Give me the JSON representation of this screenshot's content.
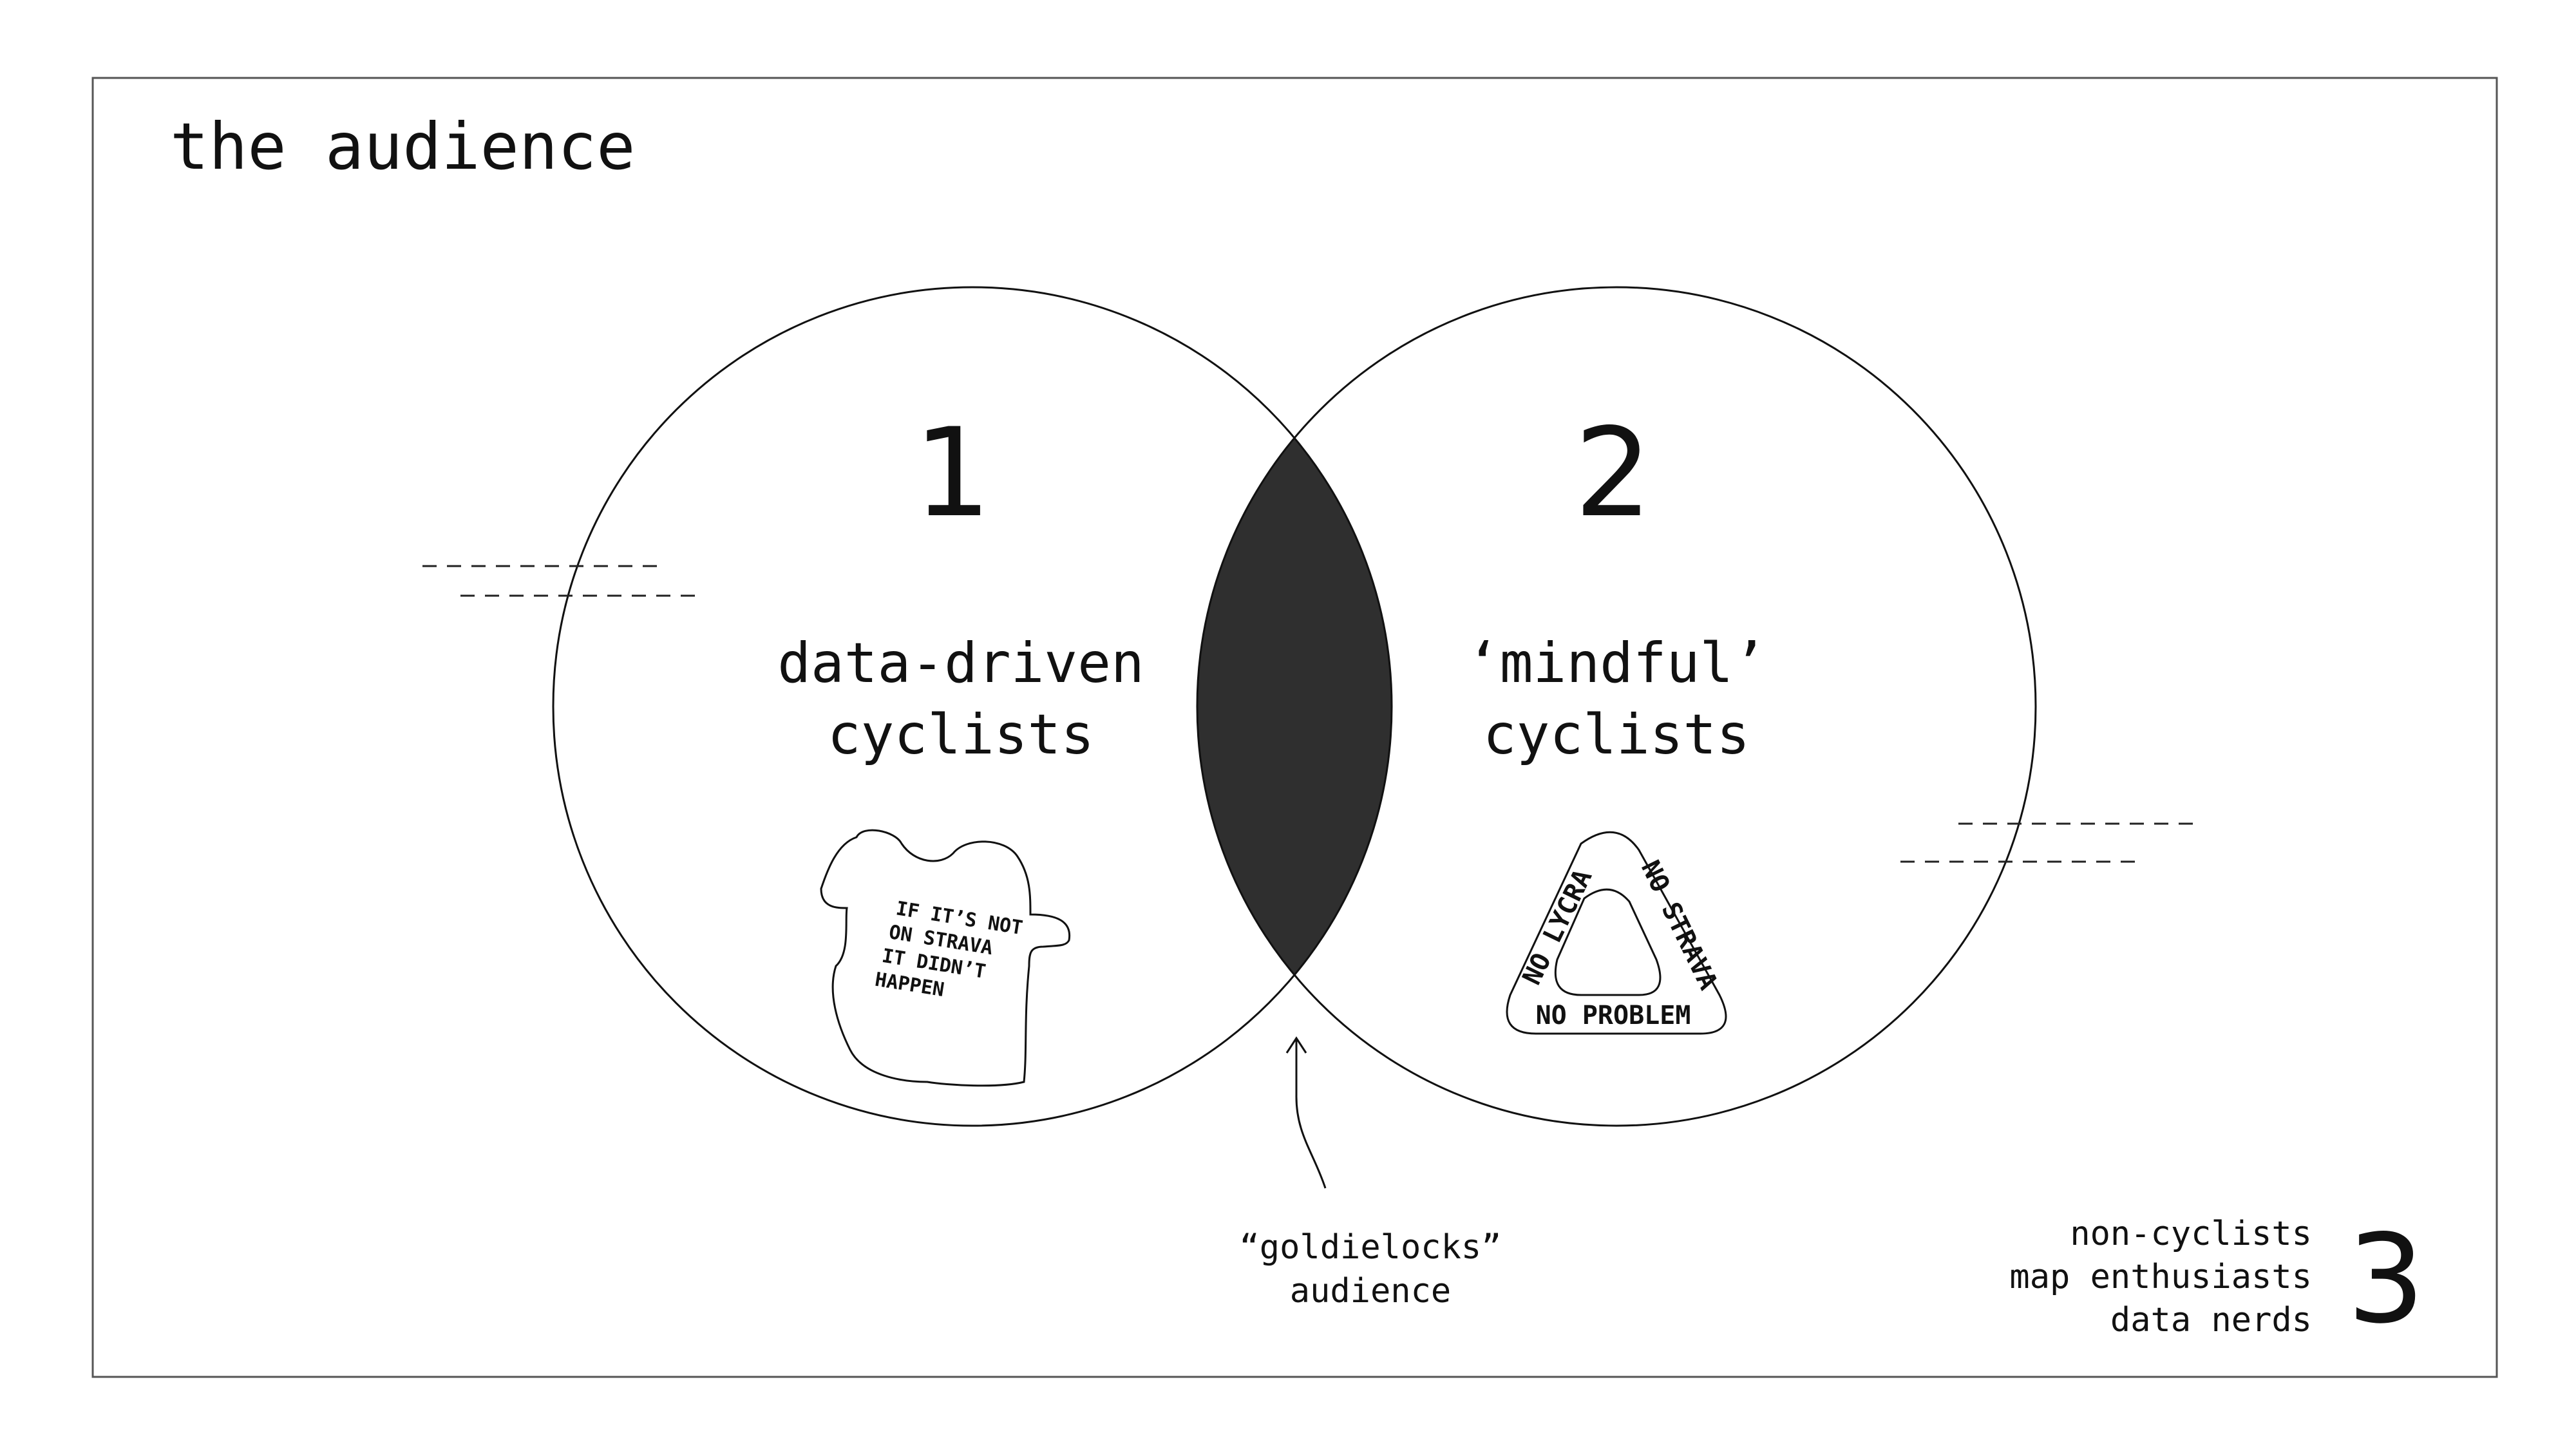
{
  "slide": {
    "title": "the audience",
    "groups": [
      {
        "number": "1",
        "label_line1": "data-driven",
        "label_line2": "cyclists",
        "shirt_lines": [
          "IF IT’S NOT",
          "ON STRAVA",
          "IT DIDN’T",
          "HAPPEN"
        ]
      },
      {
        "number": "2",
        "label_line1": "‘mindful’",
        "label_line2": "cyclists",
        "badge": {
          "left": "NO LYCRA",
          "right": "NO STRAVA",
          "bottom": "NO PROBLEM"
        }
      }
    ],
    "overlap": {
      "line1": "“goldielocks”",
      "line2": "audience"
    },
    "group3": {
      "number": "3",
      "items": [
        "non-cyclists",
        "map enthusiasts",
        "data nerds"
      ]
    }
  },
  "colors": {
    "overlap_fill": "#2f2f2f",
    "frame": "#555555",
    "ink": "#111111"
  }
}
